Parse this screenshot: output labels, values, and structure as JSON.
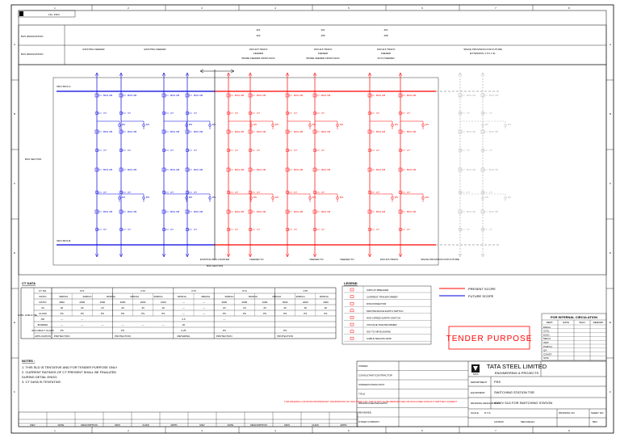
{
  "sheet": {
    "zones_cols": [
      "1",
      "2",
      "3",
      "4",
      "5",
      "6",
      "7",
      "8"
    ],
    "zones_rows": [
      "A",
      "B",
      "C",
      "D",
      "E",
      "F"
    ],
    "corner_label": "132, 33KV"
  },
  "header": {
    "row1_label": "BUS DESIGNATION",
    "row2_label": "BUS DESIGNATION",
    "feeders": [
      {
        "l1": "",
        "l2": "",
        "l3": "EXISTING FEEDER",
        "l4": ""
      },
      {
        "l1": "",
        "l2": "",
        "l3": "EXISTING FEEDER",
        "l4": ""
      },
      {
        "l1": "",
        "l2": "",
        "l3": "",
        "l4": ""
      },
      {
        "l1": "401",
        "l2": "402",
        "l3": "33/0.415 TRAFO",
        "l4": "FEEDER",
        "l5": "SPARE FEEDER FROM DLDC"
      },
      {
        "l1": "401",
        "l2": "405",
        "l3": "33/0.415 TRAFO",
        "l4": "FEEDER",
        "l5": "SPARE FEEDER FROM DLDC"
      },
      {
        "l1": "401",
        "l2": "408",
        "l3": "33/0.415 TRAFO",
        "l4": "FEEDER",
        "l5": "33 KV FEEDER"
      },
      {
        "l1": "",
        "l2": "",
        "l3": "SPACE PROVISION FOR FUTURE",
        "l4": "EXTENSION 1 TO 1 SL"
      }
    ],
    "main_bus_label": "BUS SECTION"
  },
  "diagram": {
    "bus_left_label": "33KV BUS-A",
    "bus_right_label": "33KV BUS-B",
    "bus_section_label": "BUS SECTION",
    "cb_label": "BUS CB",
    "ct_label": "CT",
    "es_label": "ES",
    "bottom_labels": [
      "EXISTING BUS COUPLER",
      "FEEDER TO",
      "FEEDER TO",
      "FEEDER TO",
      "33/0.415 TRAFO",
      "SPACE PROVISION FOR FUTURE"
    ]
  },
  "ct_table": {
    "title": "CT DATA",
    "header": [
      "CT NO.",
      "CT1",
      "CT2",
      "CT3",
      "CT4",
      "CT5"
    ],
    "sub_header": [
      "RATIO",
      "3000/1A",
      "3000/1A",
      "3000/1A",
      "3000/1A",
      "3000/1A",
      "3000/1A",
      "3000/1A",
      "3000/1A",
      "3000/1A",
      "3000/1A",
      "3000/1A",
      "3000/1A"
    ],
    "row_group": "EXIS- LINE & TIE",
    "rows": [
      {
        "label": "RATIO",
        "cells": [
          "3000",
          "2000",
          "1000",
          "3000",
          "2000",
          "1000",
          "—",
          "—",
          "3000",
          "2000",
          "1000",
          "3000",
          "2000",
          "1000"
        ]
      },
      {
        "label": "VA",
        "cells": [
          "20",
          "20",
          "20",
          "20",
          "20",
          "20",
          "—",
          "—",
          "20",
          "20",
          "20",
          "20",
          "20",
          "20"
        ]
      },
      {
        "label": "CLASS",
        "cells": [
          "PS",
          "PS",
          "PS",
          "PS",
          "PS",
          "PS",
          "—",
          "—",
          "PS",
          "PS",
          "PS",
          "PS",
          "PS",
          "PS"
        ]
      },
      {
        "label": "ISF",
        "cells": [
          "—",
          "—",
          "",
          "",
          "",
          "",
          "0.5",
          "",
          "—",
          "",
          "",
          "",
          "",
          ""
        ]
      },
      {
        "label": "BURDEN",
        "cells": [
          "—",
          "—",
          "—",
          "—",
          "—",
          "—",
          "20",
          "",
          "",
          "",
          "",
          "",
          "",
          ""
        ]
      },
      {
        "label": "ACCURACY CLASS",
        "cells": [
          "PS",
          "",
          "",
          "PS",
          "",
          "",
          "0.25",
          "",
          "PS",
          "",
          "",
          "PS",
          "",
          ""
        ]
      },
      {
        "label": "APPLICATION",
        "cells": [
          "PROTECTION",
          "",
          "",
          "PROTECTION",
          "",
          "",
          "METERING",
          "",
          "PROTECTION",
          "",
          "",
          "PROTECTION",
          "",
          ""
        ]
      }
    ]
  },
  "legend": {
    "title": "LEGEND",
    "items": [
      "CIRCUIT BREAKER",
      "CURRENT TRANSFORMER",
      "DISCONNECTOR",
      "MAINTENANCE EARTH SWITCH",
      "HIGH SPEED EARTH SWITCH",
      "VOLTAGE TRANSFORMER",
      "GIS TO AIR BUSHING",
      "CABLE SEALING END"
    ],
    "present_scope": "PRESENT SCOPE",
    "future_scope": "FUTURE SCOPE",
    "present_color": "#ff0000",
    "future_color": "#0000dd",
    "existing_color": "#0000dd",
    "space_color": "#b0b0b0"
  },
  "notes": {
    "title": "NOTES :",
    "items": [
      "1.  THIS SLD IS TENTATIVE AND FOR TENDER PURPOSE ONLY",
      "2.  CURRENT RATINGS OF CT PRESENT SHALL BE FINALIZED",
      "     DURING DETAIL ENGG.",
      "3.  CT DATA IS TENTATIVE."
    ]
  },
  "tender": {
    "text": "TENDER PURPOSE"
  },
  "distribution": {
    "title": "FOR INTERNAL CIRCULATION",
    "cols": [
      "DEPT.",
      "DATE",
      "SIGN",
      "REMARK"
    ],
    "rows": [
      "ENGG.",
      "CIVIL",
      "ELEC.",
      "MECH.",
      "INST.",
      "PURCH.",
      "QA",
      "CONST.",
      "SITE"
    ]
  },
  "title_block": {
    "company": "TATA STEEL LIMITED",
    "division": "ENGINEERING & PROJECTS",
    "department_label": "DEPARTMENT",
    "department": "PSS",
    "equipment_label": "EQUIPMENT",
    "equipment": "SWITCHING STATION TSR",
    "drawing_desc_label": "DRAWING DESCRIPTION",
    "drawing_desc": "400KV SLD FOR SWITCHING STATION",
    "left_labels": [
      "OWNER",
      "CONSULTANT/CONTRACTOR",
      "OWNER/CONSULTANT",
      "TITLE",
      "DRAWN/CHECKED/APPD.",
      "REVIEWED",
      "OTHER COMPANY"
    ],
    "disclaimer": "THIS DRAWING CONTAINS PROPRIETARY INFORMATION OF TATA STEEL LTD. AND IS NOT TO BE REPRODUCED OR DISCLOSED WITHOUT WRITTEN CONSENT",
    "scale_label": "SCALE",
    "scale": "N.T.S.",
    "drawing_no_label": "DRAWING NO.",
    "sheet_label": "SHEET NO.",
    "rev_label": "REV",
    "date": "12/06/20",
    "mech_label": "MECH/ELEC",
    "rev_table_cols": [
      "REV",
      "DATE",
      "DESCRIPTION",
      "DRN",
      "CHKD",
      "APPD",
      "REV",
      "DATE",
      "DESCRIPTION",
      "DRN",
      "CHKD",
      "APPD"
    ]
  }
}
